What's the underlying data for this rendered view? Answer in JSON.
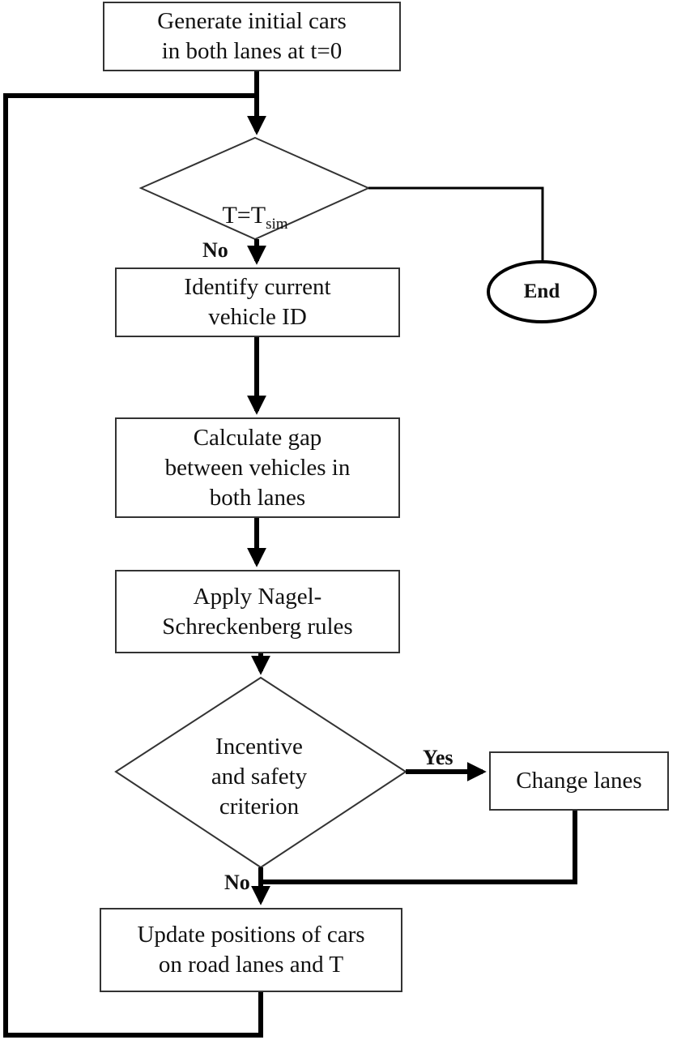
{
  "nodes": {
    "start": "Generate initial cars\nin both lanes at t=0",
    "time_check": {
      "prefix": "T=T",
      "subscript": "sim"
    },
    "end": "End",
    "identify": "Identify current\nvehicle ID",
    "gap": "Calculate gap\nbetween vehicles in\nboth lanes",
    "apply_rules": "Apply Nagel-\nSchreckenberg rules",
    "criterion": "Incentive\nand safety\ncriterion",
    "change_lanes": "Change lanes",
    "update": "Update positions of cars\non road lanes and T"
  },
  "labels": {
    "no_after_time_check": "No",
    "yes_criterion": "Yes",
    "no_criterion": "No"
  }
}
